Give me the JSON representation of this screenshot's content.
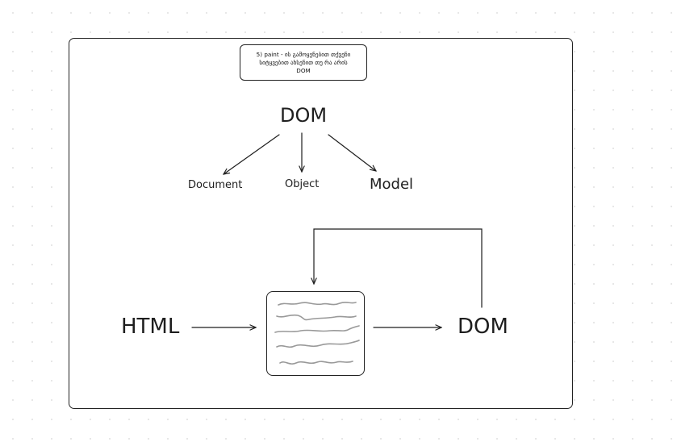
{
  "note": {
    "text": "5) paint - ის გამოყენებით თქვენი\nსიტყვებით ახსენით თუ რა არის\nDOM"
  },
  "tree": {
    "root": "DOM",
    "children": [
      "Document",
      "Object",
      "Model"
    ]
  },
  "flow": {
    "input": "HTML",
    "output": "DOM"
  },
  "colors": {
    "stroke": "#1e1e1e",
    "scribble": "#999999"
  }
}
